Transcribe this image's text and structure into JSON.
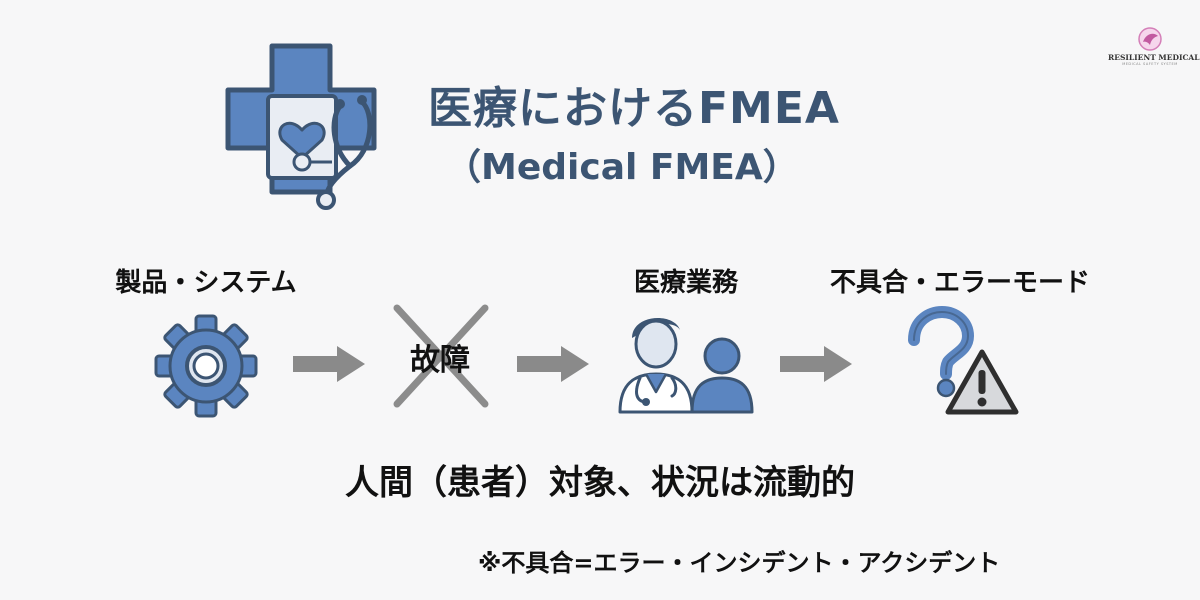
{
  "header": {
    "title": "医療におけるFMEA",
    "subtitle": "（Medical FMEA）",
    "icon": "medical-cross-stethoscope-icon"
  },
  "logo": {
    "name": "RESILIENT MEDICAL",
    "tagline": "MEDICAL SAFETY SYSTEM"
  },
  "flow": {
    "steps": [
      {
        "label": "製品・システム",
        "icon": "gear-icon"
      },
      {
        "label": "故障",
        "icon": "crossed-out-icon",
        "crossed_out": true
      },
      {
        "label": "医療業務",
        "icon": "doctor-patient-icon"
      },
      {
        "label": "不具合・エラーモード",
        "icon": "question-warning-icon"
      }
    ],
    "connector_icon": "arrow-right-icon"
  },
  "statement": "人間（患者）対象、状況は流動的",
  "note": "※不具合=エラー・インシデント・アクシデント",
  "colors": {
    "primary_blue": "#5b85c0",
    "outline": "#3c5573",
    "arrow_gray": "#8a8a8a",
    "cross_gray": "#8c8c8c",
    "warning_gray": "#d7d9dc"
  }
}
